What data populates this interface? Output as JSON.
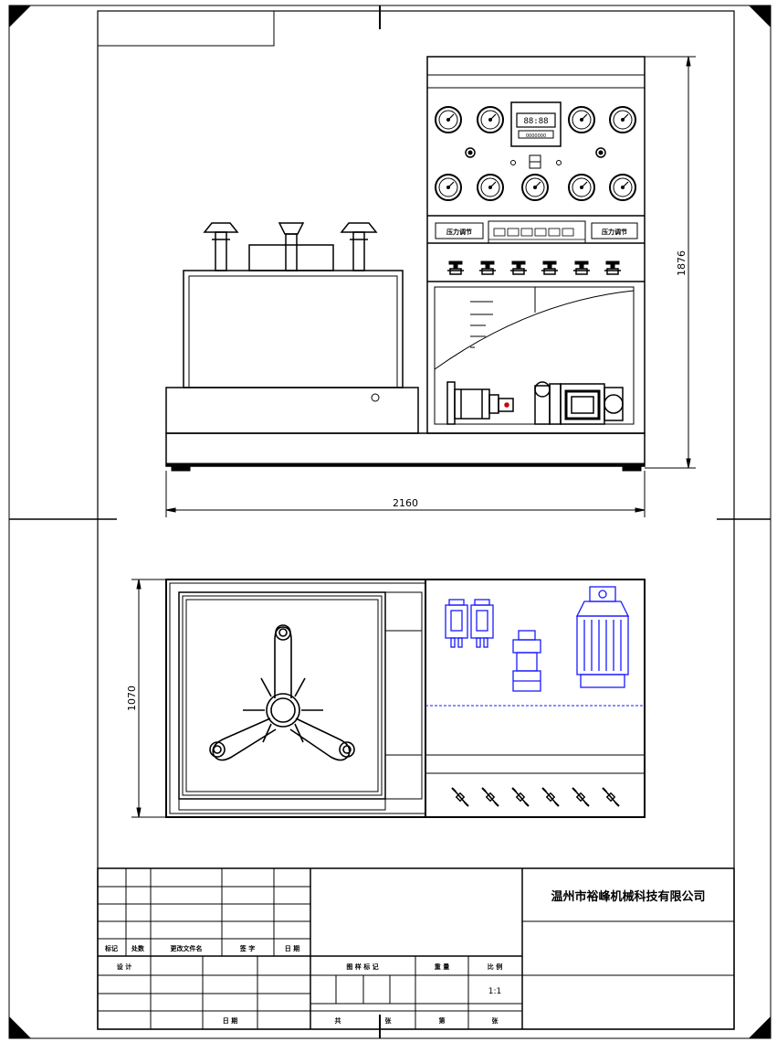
{
  "drawing": {
    "company": "温州市裕峰机械科技有限公司",
    "dimensions": {
      "width": "2160",
      "height": "1876",
      "depth": "1070"
    },
    "panel": {
      "display": "88:88",
      "display_sub": "0000000",
      "valve_label_left": "压力调节",
      "valve_label_right": "压力调节"
    },
    "title_block": {
      "biaoji": "标记",
      "chushu": "处数",
      "gengaiwenjian": "更改文件名",
      "qianzi": "签 字",
      "riqi_header": "日 期",
      "sheji": "设 计",
      "riqi": "日 期",
      "tuyangbiaoji": "图 样 标 记",
      "zhongliang": "重 量",
      "bili": "比 例",
      "scale_value": "1:1",
      "gong": "共",
      "zhang1": "张",
      "di": "第",
      "zhang2": "张"
    }
  },
  "colors": {
    "line": "#000000",
    "component_blue": "#1a1aff"
  }
}
